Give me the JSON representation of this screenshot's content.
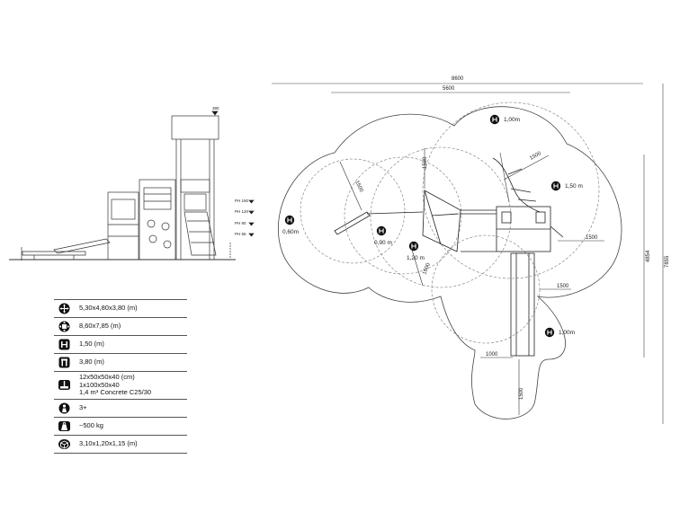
{
  "dimensions": {
    "overall_width": "8600",
    "equipment_width": "5600",
    "equipment_depth": "4854",
    "overall_depth": "7855",
    "zone_radius": "1500",
    "slide_clearance": "1000",
    "side_height_marker": "380"
  },
  "platform_heights": [
    "PH 160",
    "PH 120",
    "PH 90",
    "PH 55"
  ],
  "zone_labels": {
    "top": "1,00m",
    "right": "1,50 m",
    "left": "0,60m",
    "mid_left": "0,90 m",
    "mid": "1,20 m",
    "bottom": "1,00m"
  },
  "specs": [
    {
      "icon": "dimensions-icon",
      "lines": [
        "5,30x4,80x3,80 (m)"
      ]
    },
    {
      "icon": "safety-area-icon",
      "lines": [
        "8,60x7,85 (m)"
      ]
    },
    {
      "icon": "fall-height-icon",
      "lines": [
        "1,50 (m)"
      ]
    },
    {
      "icon": "total-height-icon",
      "lines": [
        "3,80 (m)"
      ]
    },
    {
      "icon": "foundation-icon",
      "lines": [
        "12x50x50x40 (cm)",
        "1x100x50x40",
        "1,4 m³ Concrete C25/30"
      ]
    },
    {
      "icon": "age-icon",
      "lines": [
        "3+"
      ]
    },
    {
      "icon": "weight-icon",
      "lines": [
        "~500 kg"
      ]
    },
    {
      "icon": "package-icon",
      "lines": [
        "3,10x1,20x1,15 (m)"
      ]
    }
  ]
}
